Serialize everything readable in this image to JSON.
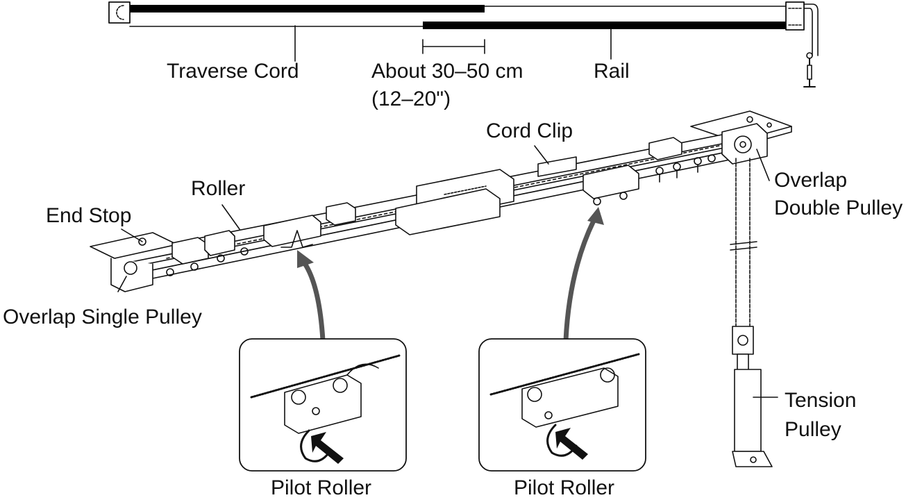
{
  "labels": {
    "traverse_cord": "Traverse Cord",
    "about_range_line1": "About 30–50 cm",
    "about_range_line2": "(12–20\")",
    "rail": "Rail",
    "cord_clip": "Cord Clip",
    "roller": "Roller",
    "end_stop": "End Stop",
    "overlap_double_pulley_line1": "Overlap",
    "overlap_double_pulley_line2": "Double Pulley",
    "overlap_single_pulley": "Overlap Single Pulley",
    "tension_pulley_line1": "Tension",
    "tension_pulley_line2": "Pulley",
    "pilot_roller_left": "Pilot Roller",
    "pilot_roller_right": "Pilot Roller"
  },
  "colors": {
    "line": "#111111",
    "cord_fill": "#000000",
    "arrow": "#555555",
    "background": "#ffffff"
  }
}
